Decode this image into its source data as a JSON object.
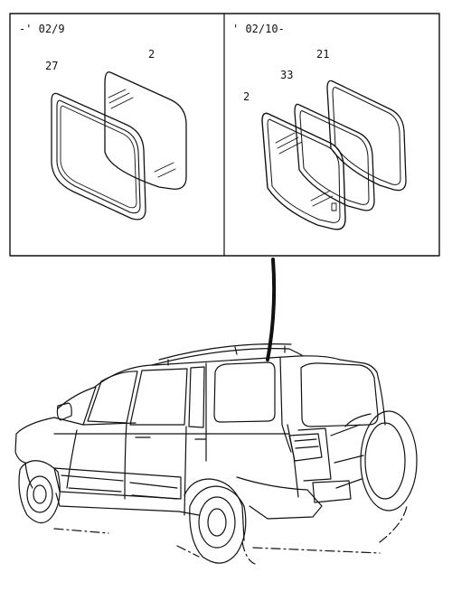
{
  "panels": [
    {
      "date": "-' 02/9",
      "callouts": [
        "27",
        "2"
      ]
    },
    {
      "date": "' 02/10-",
      "callouts": [
        "21",
        "33",
        "2"
      ]
    }
  ],
  "colors": {
    "ink": "#111111",
    "paper": "#ffffff"
  }
}
